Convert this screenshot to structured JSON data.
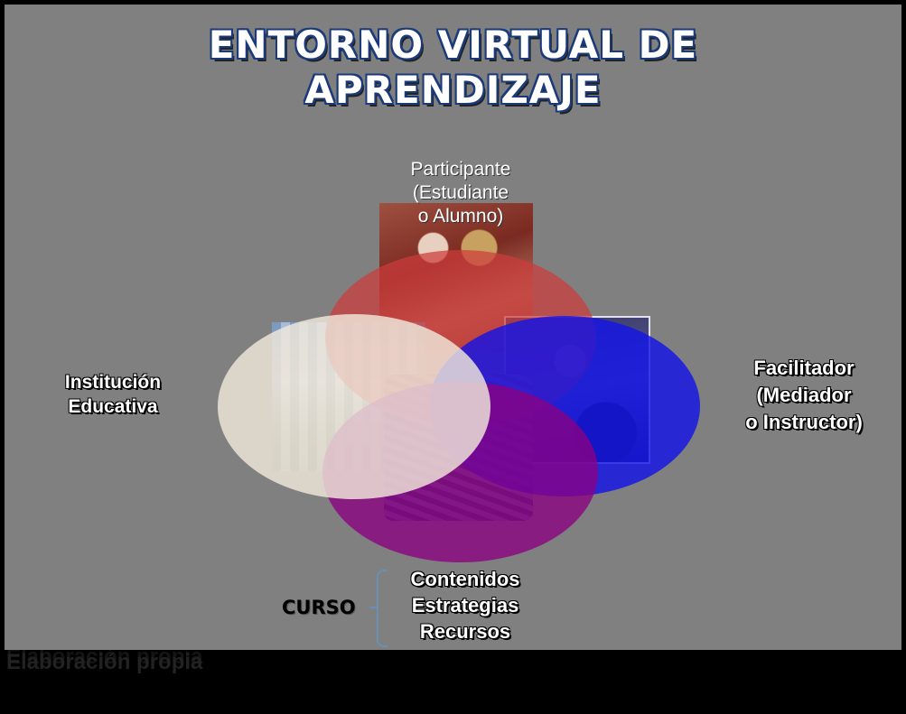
{
  "title": {
    "line1": "ENTORNO VIRTUAL DE",
    "line2": "APRENDIZAJE"
  },
  "nodes": {
    "participant": {
      "line1": "Participante",
      "line2": "(Estudiante",
      "line3": "o Alumno)"
    },
    "institution": {
      "line1": "Institución",
      "line2": "Educativa"
    },
    "facilitator": {
      "line1": "Facilitador",
      "line2": "(Mediador",
      "line3": "o Instructor)"
    }
  },
  "course": {
    "label": "CURSO",
    "items": [
      "Contenidos",
      "Estrategias",
      "Recursos"
    ]
  },
  "footer": {
    "text": "Elaboración propia"
  },
  "colors": {
    "participant_ellipse": "#cd3c3c",
    "facilitator_ellipse": "#1414e6",
    "course_ellipse": "#8c0082",
    "institution_ellipse": "#f0e8da",
    "slide_background": "#808080"
  }
}
